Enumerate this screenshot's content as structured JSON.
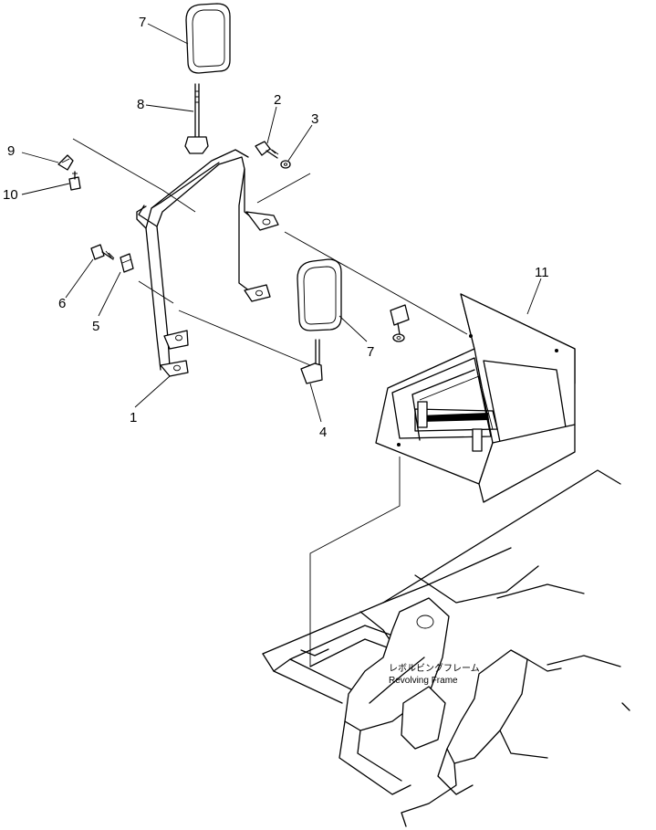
{
  "callouts": [
    "1",
    "2",
    "3",
    "4",
    "5",
    "6",
    "7",
    "8",
    "9",
    "10",
    "11",
    "7"
  ],
  "frame_label": {
    "japanese": "レボルビングフレーム",
    "english": "Revolving Frame"
  }
}
